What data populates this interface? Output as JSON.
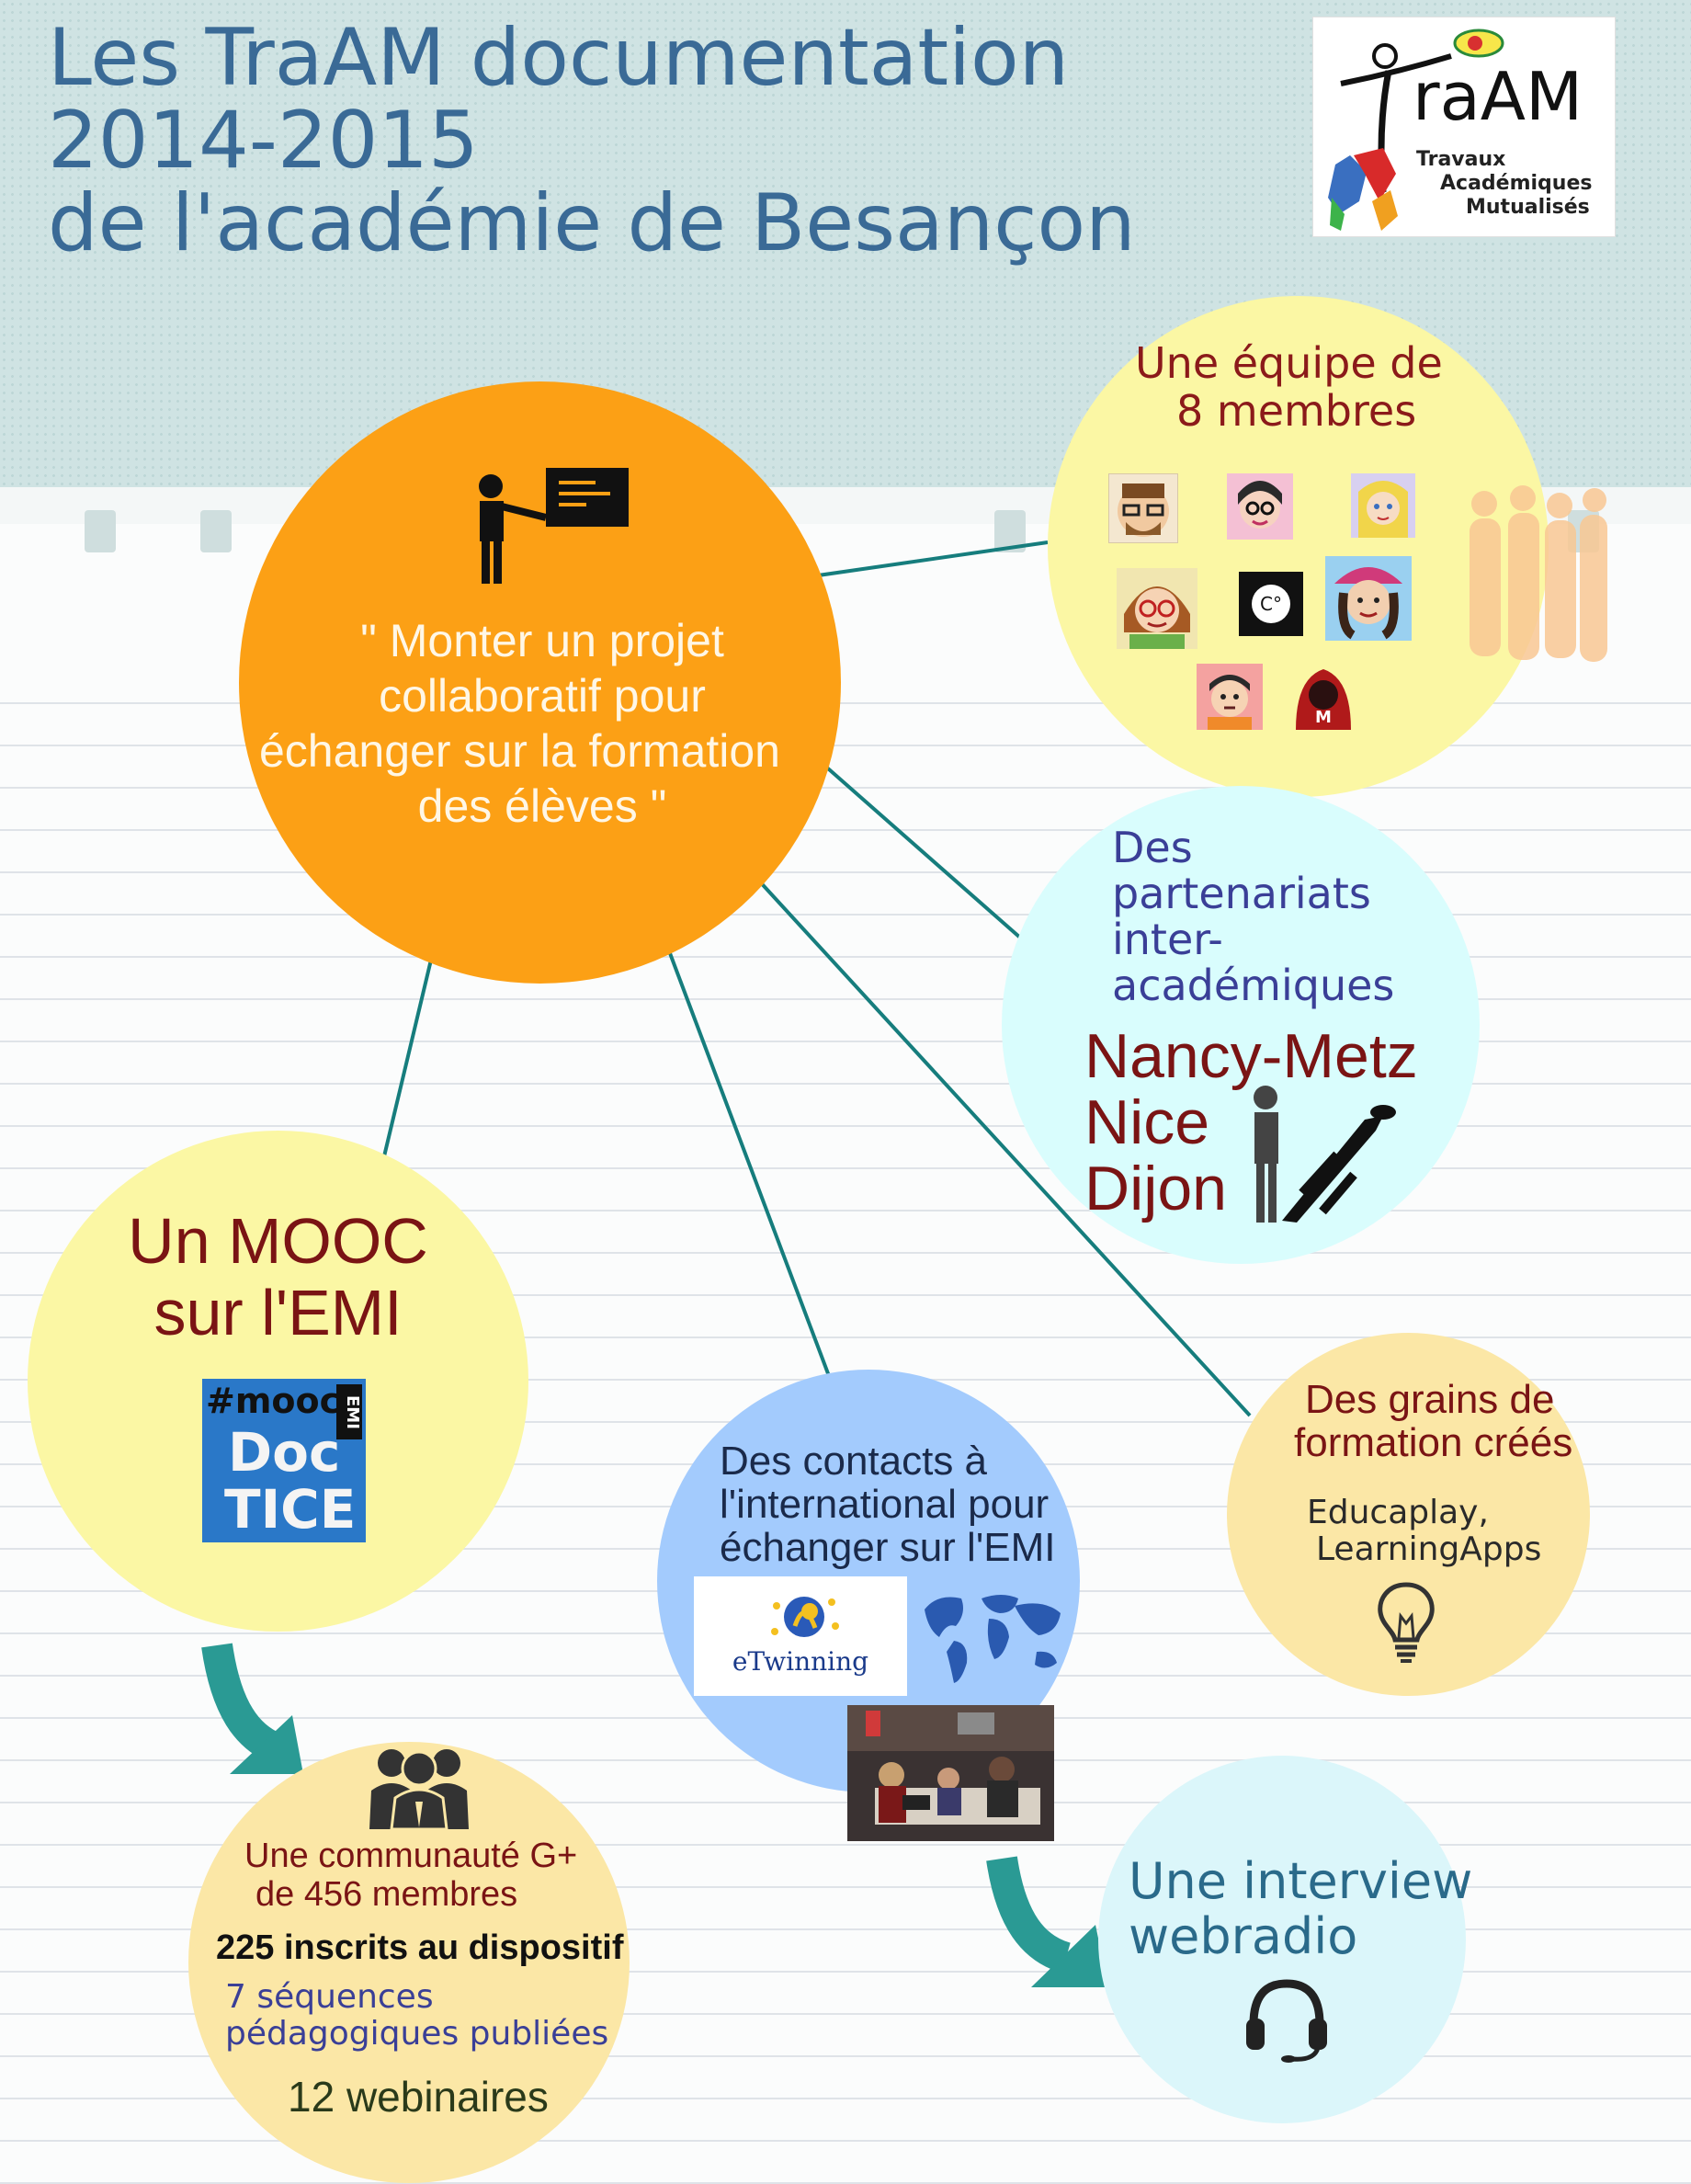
{
  "title": {
    "line1": "Les TraAM documentation",
    "line2": "2014-2015",
    "line3": "de l'académie de Besançon"
  },
  "logo": {
    "brand": "raAM",
    "line1": "Travaux",
    "line2": "Académiques",
    "line3": "Mutualisés"
  },
  "center": {
    "icon": "teacher-board-icon",
    "quote_line1": "\" Monter un projet",
    "quote_line2": "collaboratif pour",
    "quote_line3": "échanger sur la formation",
    "quote_line4": "des élèves \""
  },
  "team": {
    "line1": "Une équipe de",
    "line2": "8 membres",
    "avatar_c": "C°",
    "avatar_m": "M"
  },
  "partners": {
    "line1": "Des",
    "line2": "partenariats",
    "line3": "inter-",
    "line4": "académiques",
    "city1": "Nancy-Metz",
    "city2": "Nice",
    "city3": "Dijon"
  },
  "mooc": {
    "line1": "Un MOOC",
    "line2": "sur l'EMI",
    "logo_tag": "#mooc",
    "logo_emi": "EMI",
    "logo_doc": "Doc",
    "logo_tice": "TICE"
  },
  "international": {
    "line1": "Des contacts à",
    "line2": "l'international pour",
    "line3": "échanger sur l'EMI",
    "etwinning": "eTwinning"
  },
  "grains": {
    "line1": "Des grains de",
    "line2": "formation créés",
    "tools_line1": "Educaplay,",
    "tools_line2": "LearningApps"
  },
  "community": {
    "line1": "Une communauté G+",
    "line2": "de 456 membres",
    "registered": "225 inscrits au dispositif",
    "seq_line1": "7 séquences",
    "seq_line2": "pédagogiques publiées",
    "webinars": "12 webinaires"
  },
  "webradio": {
    "line1": "Une interview",
    "line2": "webradio"
  },
  "colors": {
    "title": "#3a6a96",
    "orange": "#fca015",
    "yellow": "#fbf7a4",
    "cyan": "#d9fdfd",
    "blue": "#a3cbfd",
    "gold": "#fbe7a6",
    "teal_line": "#167d7d",
    "dark_red": "#7a1414",
    "navy": "#3a3f97"
  }
}
